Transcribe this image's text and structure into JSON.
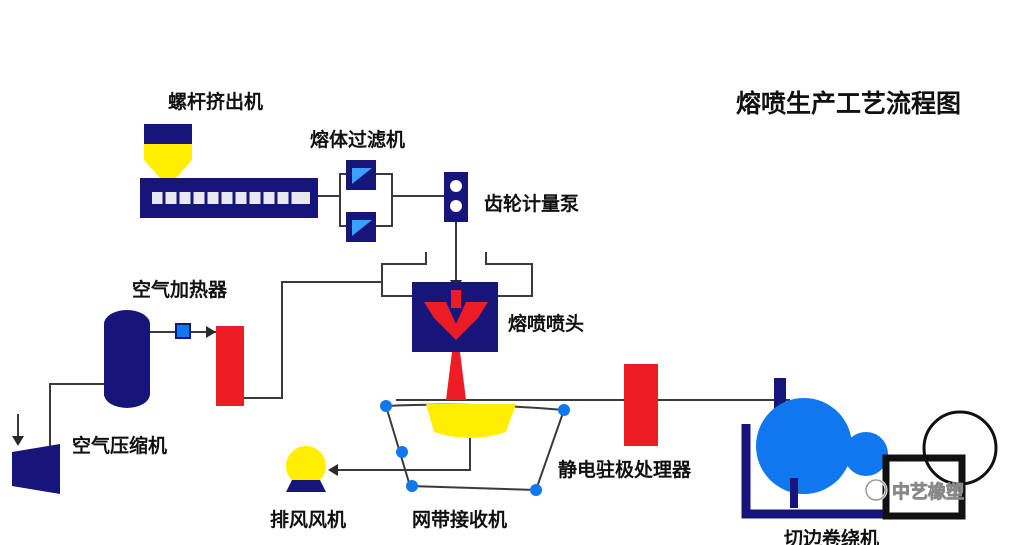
{
  "title": "熔喷生产工艺流程图",
  "labels": {
    "extruder": "螺杆挤出机",
    "melt_filter": "熔体过滤机",
    "gear_pump": "齿轮计量泵",
    "air_heater": "空气加热器",
    "die_head": "熔喷喷头",
    "air_compressor": "空气压缩机",
    "exhaust_fan": "排风风机",
    "collector": "网带接收机",
    "electret": "静电驻极处理器",
    "winder": "切边卷绕机"
  },
  "watermark": "中艺橡塑",
  "colors": {
    "navy": "#15157a",
    "red": "#ee1c25",
    "yellow": "#ffee00",
    "blue": "#1177ee",
    "line": "#3a3a3a",
    "background": "#ffffff"
  }
}
